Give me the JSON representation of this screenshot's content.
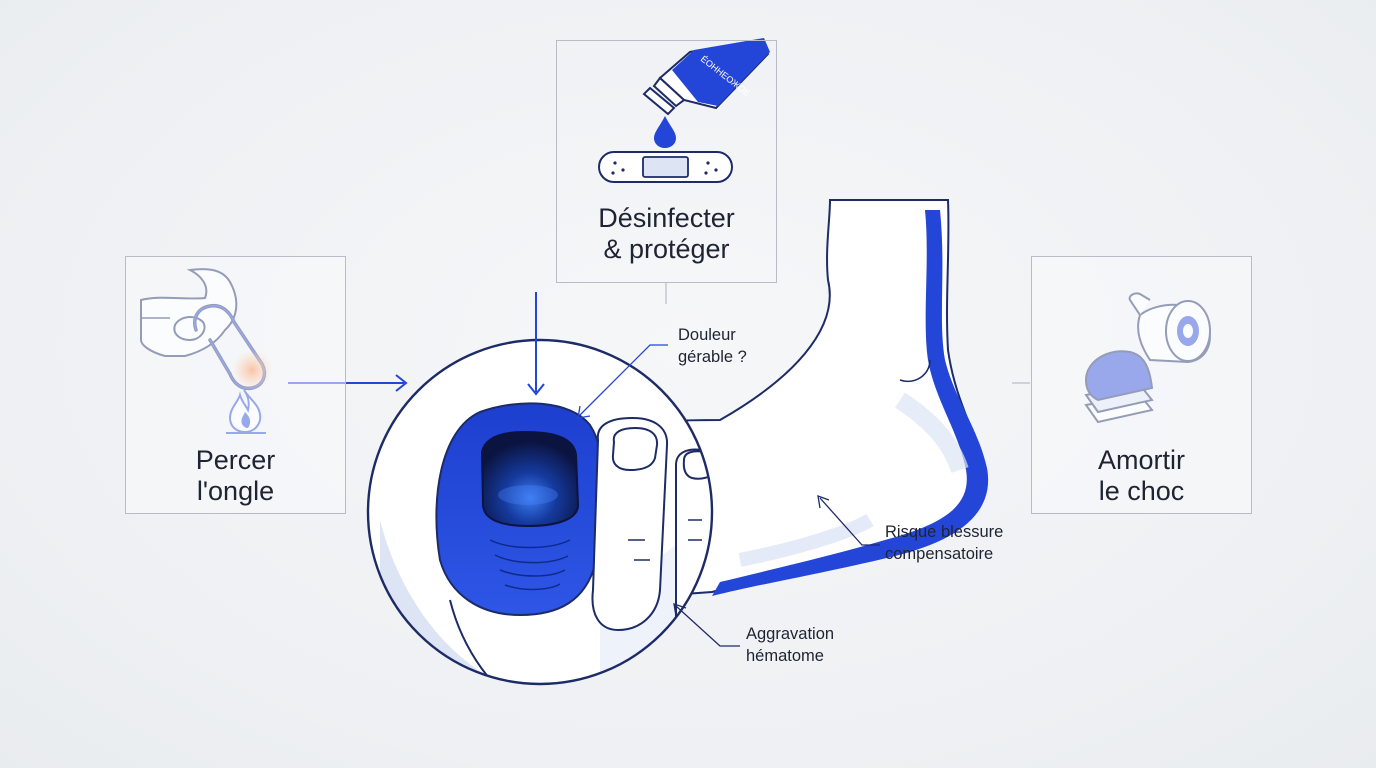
{
  "panels": {
    "pierce_nail": {
      "line1": "Percer",
      "line2": "l'ongle"
    },
    "disinfect_protect": {
      "line1": "Désinfecter",
      "line2": "& protéger",
      "tube_lettering": "ÉOHHEОЖОЕ"
    },
    "cushion_shock": {
      "line1": "Amortir",
      "line2": "le choc"
    }
  },
  "annotations": {
    "pain": {
      "line1": "Douleur",
      "line2": "gérable ?"
    },
    "injury": {
      "line1": "Risque blessure",
      "line2": "compensatoire"
    },
    "hematoma": {
      "line1": "Aggravation",
      "line2": "hématome"
    }
  },
  "colors": {
    "accent_blue": "#2446d8",
    "dark_navy": "#1a2a6b",
    "outline": "#1d2b66",
    "panel_border": "#b7bcc8",
    "heat_orange": "#ff6a2a",
    "light_blue_shade": "#dde5f5"
  },
  "icons": [
    "hand-icon",
    "paperclip-icon",
    "flame-icon",
    "ointment-tube-icon",
    "drop-icon",
    "bandage-icon",
    "tape-roll-icon",
    "gel-pad-icon",
    "foot-illustration",
    "toe-closeup-illustration"
  ]
}
